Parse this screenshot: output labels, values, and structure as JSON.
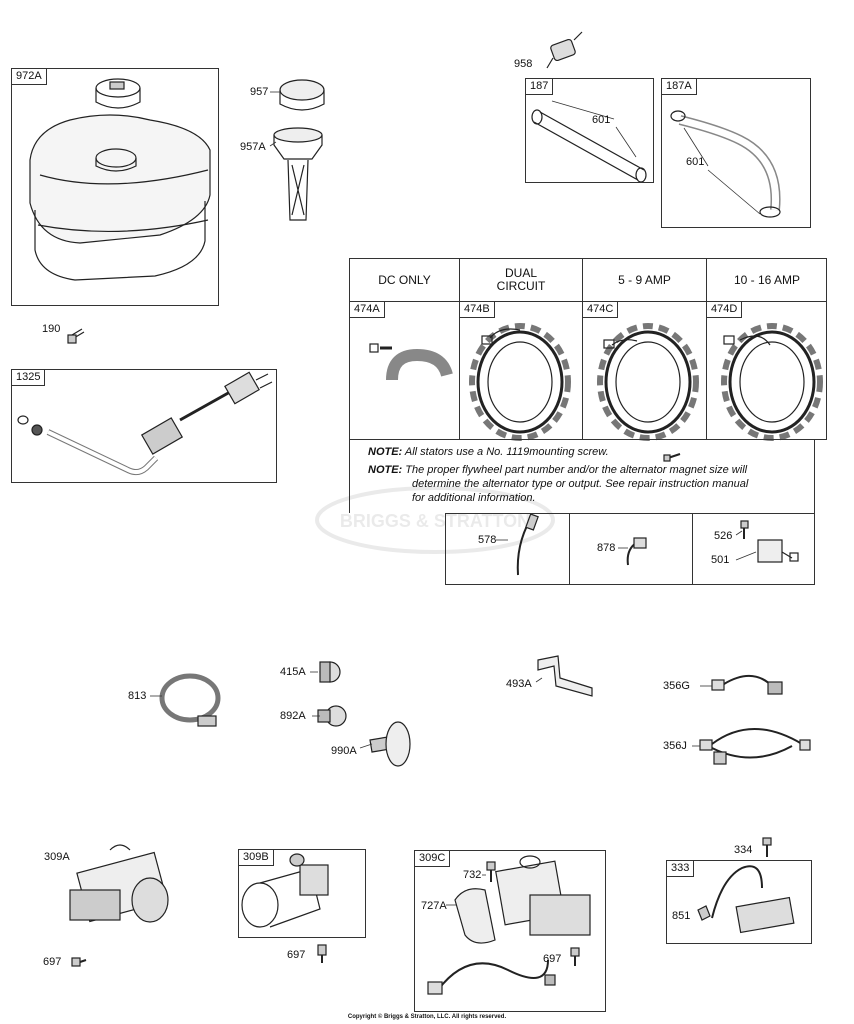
{
  "labels": {
    "p972A": "972A",
    "p957": "957",
    "p957A": "957A",
    "p958": "958",
    "p187": "187",
    "p187A": "187A",
    "p601a": "601",
    "p601b": "601",
    "p190": "190",
    "p1325": "1325",
    "p474A": "474A",
    "p474B": "474B",
    "p474C": "474C",
    "p474D": "474D",
    "p578": "578",
    "p878": "878",
    "p526": "526",
    "p501": "501",
    "p813": "813",
    "p415A": "415A",
    "p892A": "892A",
    "p990A": "990A",
    "p493A": "493A",
    "p356G": "356G",
    "p356J": "356J",
    "p309A": "309A",
    "p697a": "697",
    "p309B": "309B",
    "p697b": "697",
    "p309C": "309C",
    "p732": "732",
    "p727A": "727A",
    "p697c": "697",
    "p334": "334",
    "p333": "333",
    "p851": "851"
  },
  "table": {
    "headers": [
      "DC ONLY",
      "DUAL CIRCUIT",
      "5 - 9 AMP",
      "10 - 16 AMP"
    ],
    "header_dual_line1": "DUAL",
    "header_dual_line2": "CIRCUIT"
  },
  "notes": {
    "note_word": "NOTE:",
    "note1": "All stators use a No. 1119mounting screw.",
    "note2_line1": "The proper flywheel part number and/or the alternator magnet size will",
    "note2_line2": "determine the alternator type or output. See repair instruction manual",
    "note2_line3": "for additional information."
  },
  "copyright": "Copyright © Briggs & Stratton, LLC. All rights reserved.",
  "watermark": "BRIGGS & STRATTON"
}
